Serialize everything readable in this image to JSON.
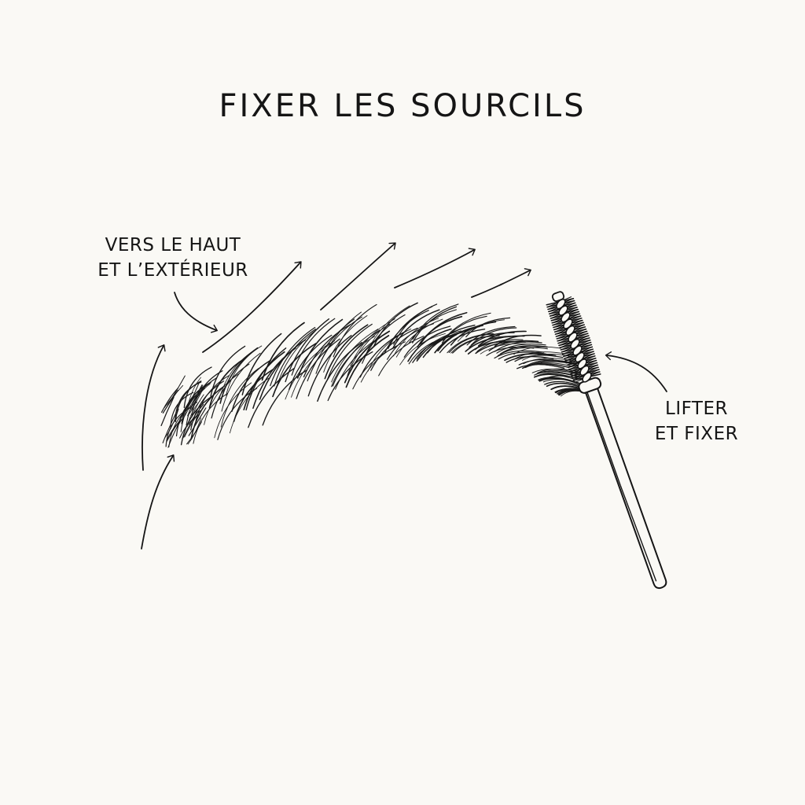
{
  "title": "FIXER LES SOURCILS",
  "annotations": {
    "direction": {
      "line1": "VERS LE HAUT",
      "line2": "ET L’EXTÉRIEUR"
    },
    "action": {
      "line1": "LIFTER",
      "line2": "ET FIXER"
    }
  },
  "colors": {
    "background": "#faf9f5",
    "ink": "#151515"
  },
  "icons": [
    "eyebrow-illustration",
    "spoolie-brush-icon",
    "arrow-icon"
  ]
}
